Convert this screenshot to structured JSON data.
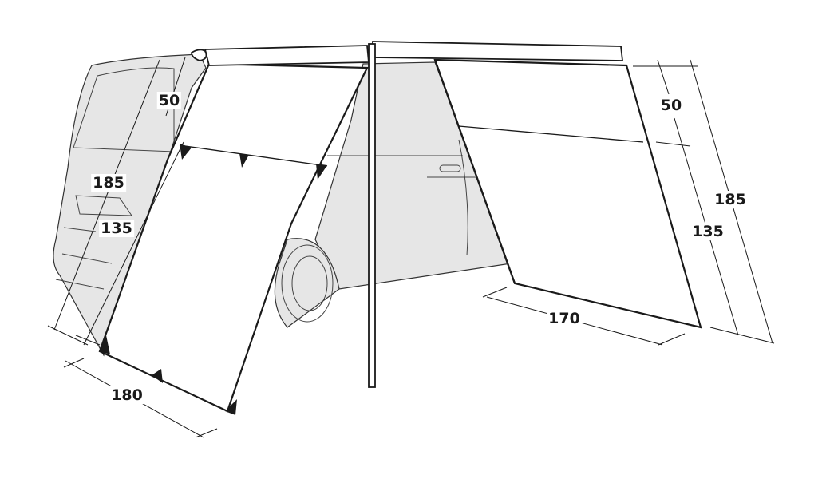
{
  "diagram": {
    "subject": "Vehicle awning with two side panels (dimension drawing)",
    "colors": {
      "line": "#1a1a1a",
      "vehicle_fill": "#e6e6e6",
      "panel_fill": "#ffffff",
      "background": "#ffffff"
    },
    "left_panel": {
      "dimensions": {
        "top_section": "50",
        "total_height": "185",
        "lower_height": "135",
        "width": "180"
      }
    },
    "right_panel": {
      "dimensions": {
        "top_section": "50",
        "total_height": "185",
        "lower_height": "135",
        "width": "170"
      }
    },
    "units_note": ""
  }
}
